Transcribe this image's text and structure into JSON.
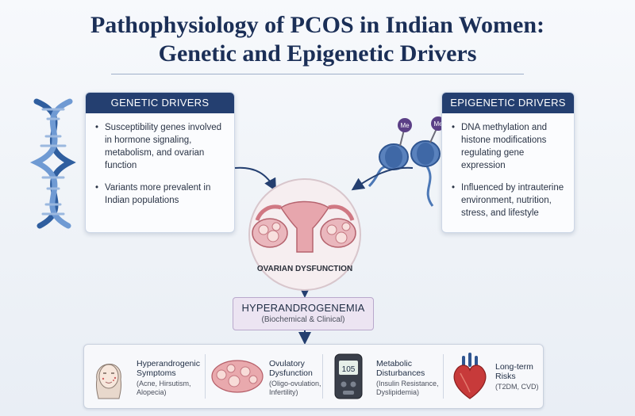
{
  "title": {
    "line1": "Pathophysiology of PCOS in Indian Women:",
    "line2": "Genetic and Epigenetic Drivers"
  },
  "genetic": {
    "header": "GENETIC DRIVERS",
    "bullets": [
      "Susceptibility genes involved in hormone signaling, metabolism, and ovarian function",
      "Variants more prevalent in Indian populations"
    ]
  },
  "epigenetic": {
    "header": "EPIGENETIC DRIVERS",
    "bullets": [
      "DNA methylation and histone modifications regulating gene expression",
      "Influenced by intrauterine environment, nutrition, stress, and lifestyle"
    ],
    "marker_label": "Me"
  },
  "center": {
    "ovary_caption": "OVARIAN DYSFUNCTION",
    "hyper_title": "HYPERANDROGENEMIA",
    "hyper_sub": "(Biochemical & Clinical)"
  },
  "outcomes": [
    {
      "title": "Hyperandrogenic Symptoms",
      "detail": "(Acne, Hirsutism, Alopecia)"
    },
    {
      "title": "Ovulatory Dysfunction",
      "detail": "(Oligo-ovulation, Infertility)"
    },
    {
      "title": "Metabolic Disturbances",
      "detail": "(Insulin Resistance, Dyslipidemia)",
      "meter_reading": "105"
    },
    {
      "title": "Long-term Risks",
      "detail": "(T2DM, CVD)"
    }
  ],
  "colors": {
    "header_navy": "#243f70",
    "title_navy": "#1b2f57",
    "hyper_fill": "#ece4f2",
    "dna_blue": "#3f6fb5",
    "nucleosome_blue": "#4c78b6",
    "methyl_purple": "#5b3f86"
  }
}
